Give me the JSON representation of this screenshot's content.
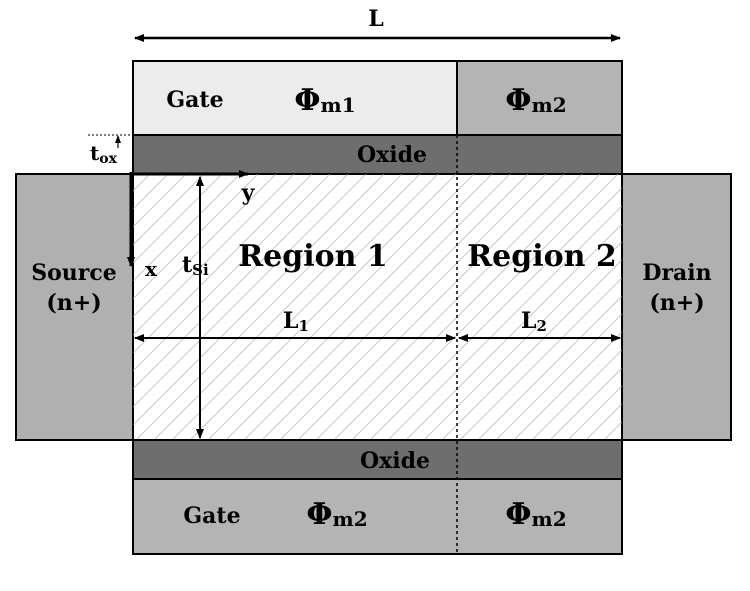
{
  "dimension_L": "L",
  "top_gate": {
    "label": "Gate",
    "phi1_main": "Φ",
    "phi1_sub": "m1",
    "phi2_main": "Φ",
    "phi2_sub": "m2"
  },
  "tox": {
    "main": "t",
    "sub": "ox"
  },
  "top_oxide": "Oxide",
  "axes": {
    "y": "y",
    "x": "x"
  },
  "tsi": {
    "main": "t",
    "sub": "Si"
  },
  "region1": "Region 1",
  "region2": "Region 2",
  "source": {
    "line1": "Source",
    "line2": "(n+)"
  },
  "drain": {
    "line1": "Drain",
    "line2": "(n+)"
  },
  "L1": {
    "main": "L",
    "sub": "1"
  },
  "L2": {
    "main": "L",
    "sub": "2"
  },
  "bottom_oxide": "Oxide",
  "bottom_gate": {
    "label": "Gate",
    "phi1_main": "Φ",
    "phi1_sub": "m2",
    "phi2_main": "Φ",
    "phi2_sub": "m2"
  },
  "colors": {
    "gate_light": "#ececec",
    "gate_mid": "#b4b4b4",
    "oxide": "#6e6e6e",
    "source_drain": "#b0b0b0",
    "hatch": "#c8c8c8"
  }
}
